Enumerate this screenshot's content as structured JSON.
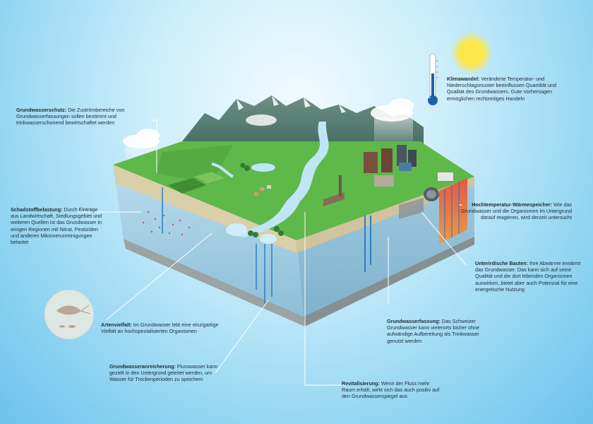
{
  "colors": {
    "sky_top": "#f2fbff",
    "sky_edge": "#6cc3ec",
    "meadow": "#5fb84a",
    "water": "#bfe6f7",
    "groundwater": "#9fc9de",
    "soil": "#d9cfa8",
    "sun": "#fbe74a"
  },
  "icons": [
    "sun-icon",
    "thermometer-icon",
    "cloud-icon",
    "amphipod-icon",
    "factory-icon",
    "well-icon",
    "heat-storage-icon"
  ],
  "annotations": {
    "klimawandel": {
      "title": "Klimawandel:",
      "text": " Veränderte Temperatur- und Niederschlagsmuster beeinflussen Quantität und Qualität des Grundwassers. Gute Vorhersagen ermöglichen rechtzeitiges Handeln"
    },
    "grundwasserschutz": {
      "title": "Grundwasserschutz:",
      "text": " Die Zuströmbereiche von Grundwasserfassungen sollen bestimmt und trinkwasserschonend bewirtschaftet werden"
    },
    "schadstoff": {
      "title": "Schadstoffbelastung:",
      "text": " Durch Einträge aus Landwirtschaft, Siedlungsgebiet und weiteren Quellen ist das Grundwasser in einigen Regionen mit Nitrat, Pestiziden und anderen Mikroverunreinigungen belastet"
    },
    "hochtemperatur": {
      "title": "Hochtemperatur-Wärmespeicher:",
      "text": " Wie das Grundwasser und die Organismen im Untergrund darauf reagieren, wird derzeit untersucht"
    },
    "bauten": {
      "title": "Unterirdische Bauten:",
      "text": " Ihre Abwärme erwärmt das Grundwasser. Das kann sich auf seine Qualität und die dort lebenden Organismen auswirken, bietet aber auch Potenzial für eine energetische Nutzung"
    },
    "artenvielfalt": {
      "title": "Artenvielfalt:",
      "text": " Im Grundwasser lebt eine einzigartige Vielfalt an hochspezialisierten Organismen"
    },
    "fassung": {
      "title": "Grundwasserfassung:",
      "text": " Das Schweizer Grundwasser kann vielerorts bisher ohne aufwändige Aufbereitung als Trinkwasser genutzt werden"
    },
    "anreicherung": {
      "title": "Grundwasseranreicherung:",
      "text": " Flusswasser kann gezielt in den Untergrund geleitet werden, um Wasser für Trockenperioden zu speichern"
    },
    "revitalisierung": {
      "title": "Revitalisierung:",
      "text": " Wenn der Fluss mehr Raum erhält, wirkt sich das auch positiv auf den Grundwasserspiegel aus"
    }
  }
}
